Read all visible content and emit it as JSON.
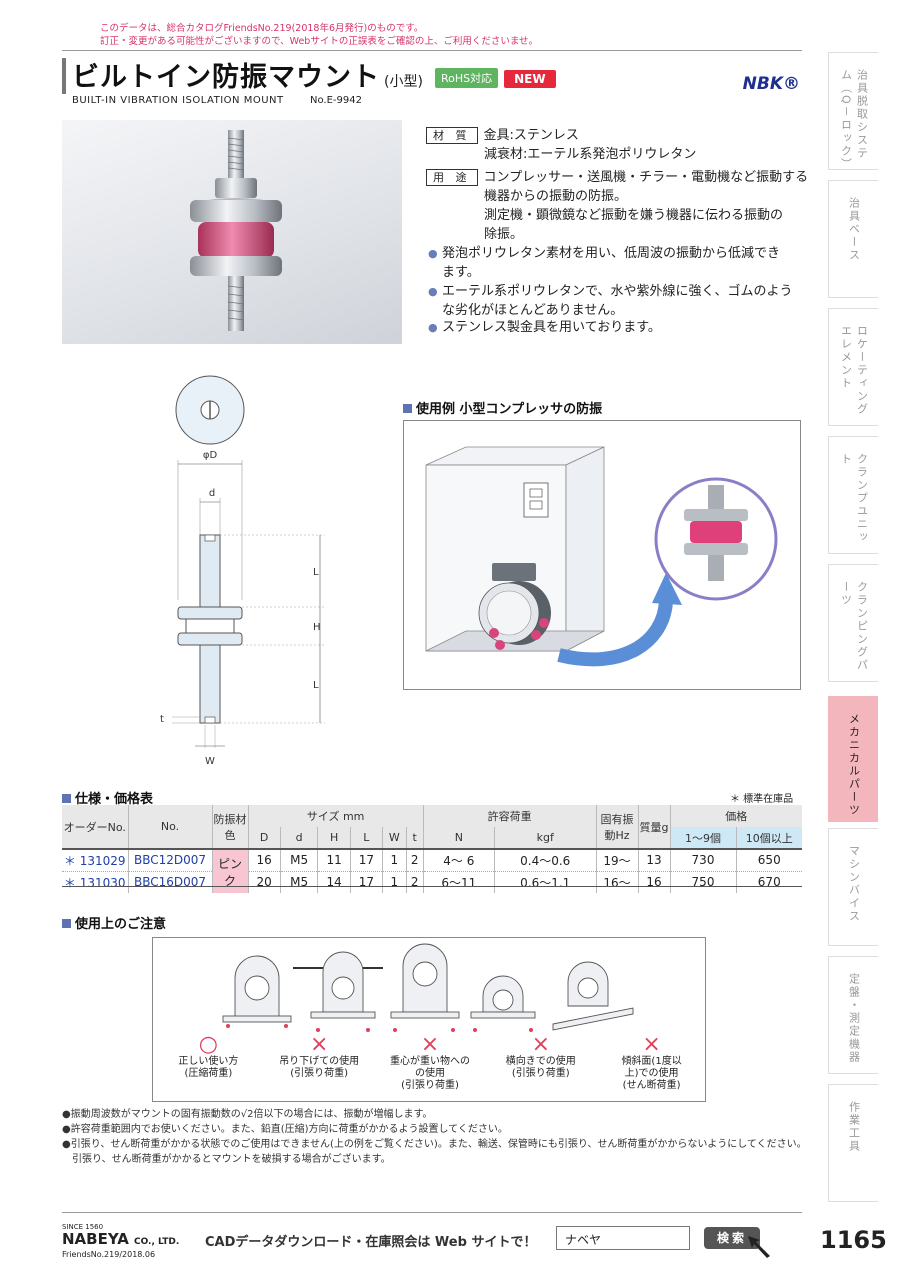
{
  "notice": [
    "このデータは、総合カタログFriendsNo.219(2018年6月発行)のものです。",
    "訂正・変更がある可能性がございますので、Webサイトの正誤表をご確認の上、ご利用くださいませ。"
  ],
  "title": {
    "main": "ビルトイン防振マウント",
    "sub": "(小型)",
    "rohs": "RoHS対応",
    "new": "NEW",
    "brand": "NBK®",
    "english": "BUILT-IN VIBRATION ISOLATION MOUNT",
    "product_no": "No.E-9942"
  },
  "material": {
    "label": "材 質",
    "lines": [
      "金具:ステンレス",
      "減衰材:エーテル系発泡ポリウレタン"
    ]
  },
  "usage": {
    "label": "用 途",
    "lines": [
      "コンプレッサー・送風機・チラー・電動機など振動する",
      "機器からの振動の防振。",
      "測定機・顕微鏡など振動を嫌う機器に伝わる振動の",
      "除振。"
    ]
  },
  "features": [
    [
      "発泡ポリウレタン素材を用い、低周波の振動から低減でき",
      "ます。"
    ],
    [
      "エーテル系ポリウレタンで、水や紫外線に強く、ゴムのよう",
      "な劣化がほとんどありません。"
    ],
    [
      "ステンレス製金具を用いております。"
    ]
  ],
  "example_title": "使用例 小型コンプレッサの防振",
  "dims": {
    "phiD": "φD",
    "d": "d",
    "L": "L",
    "H": "H",
    "t": "t",
    "W": "W"
  },
  "sidebar": [
    "治具脱取システム（Q－ロック）",
    "治具ベース",
    "ロケーティングエレメント",
    "クランプユニット",
    "クランピングパーツ",
    "メカニカルパーツ",
    "マシンバイス",
    "定盤・測定機器",
    "作業工具"
  ],
  "spec_title": "仕様・価格表",
  "stock_note": "＊ 標準在庫品",
  "table": {
    "h_order": "オーダーNo.",
    "h_no": "No.",
    "h_material": "防振材色",
    "h_size": "サイズ mm",
    "h_load": "許容荷重",
    "h_freq": "固有振動Hz",
    "h_mass": "質量g",
    "h_price": "価格",
    "sub": [
      "D",
      "d",
      "H",
      "L",
      "W",
      "t",
      "N",
      "kgf",
      "1～9個",
      "10個以上"
    ],
    "color": "ピンク",
    "rows": [
      {
        "order": "131029",
        "no": "BBC12D007",
        "D": "16",
        "d": "M5",
        "H": "11",
        "L": "17",
        "W": "1",
        "t": "2",
        "N": "4～ 6",
        "kgf": "0.4～0.6",
        "freq": "19～",
        "mass": "13",
        "p1": "730",
        "p2": "650"
      },
      {
        "order": "131030",
        "no": "BBC16D007",
        "D": "20",
        "d": "M5",
        "H": "14",
        "L": "17",
        "W": "1",
        "t": "2",
        "N": "6～11",
        "kgf": "0.6～1.1",
        "freq": "16～",
        "mass": "16",
        "p1": "750",
        "p2": "670"
      }
    ]
  },
  "caution_title": "使用上のご注意",
  "caution_items": [
    {
      "mark": "○",
      "text": [
        "正しい使い方",
        "(圧縮荷重)"
      ]
    },
    {
      "mark": "×",
      "text": [
        "吊り下げての使用",
        "(引張り荷重)"
      ]
    },
    {
      "mark": "×",
      "text": [
        "重心が重い物への",
        "の使用",
        "(引張り荷重)"
      ]
    },
    {
      "mark": "×",
      "text": [
        "横向きでの使用",
        "(引張り荷重)"
      ]
    },
    {
      "mark": "×",
      "text": [
        "傾斜面(1度以",
        "上)での使用",
        "(せん断荷重)"
      ]
    }
  ],
  "notes": [
    "●振動周波数がマウントの固有振動数の√2倍以下の場合には、振動が増幅します。",
    "●許容荷重範囲内でお使いください。また、鉛直(圧縮)方向に荷重がかかるよう設置してください。",
    "●引張り、せん断荷重がかかる状態でのご使用はできません(上の例をご覧ください)。また、輸送、保管時にも引張り、せん断荷重がかからないようにしてください。",
    "　引張り、せん断荷重がかかるとマウントを破損する場合がございます。"
  ],
  "footer": {
    "since": "SINCE 1560",
    "company": "NABEYA",
    "company_suffix": "CO., LTD.",
    "catalog": "FriendsNo.219/2018.06",
    "cad": "CADデータダウンロード・在庫照会は Web サイトで！",
    "search_value": "ナベヤ",
    "search_btn": "検索",
    "page": "1165"
  },
  "colors": {
    "accent_blue": "#5f72b2",
    "pink": "#f8c6d2",
    "active_tab": "#f4b6bd",
    "rohs": "#5fb45f",
    "new": "#e6283c"
  }
}
